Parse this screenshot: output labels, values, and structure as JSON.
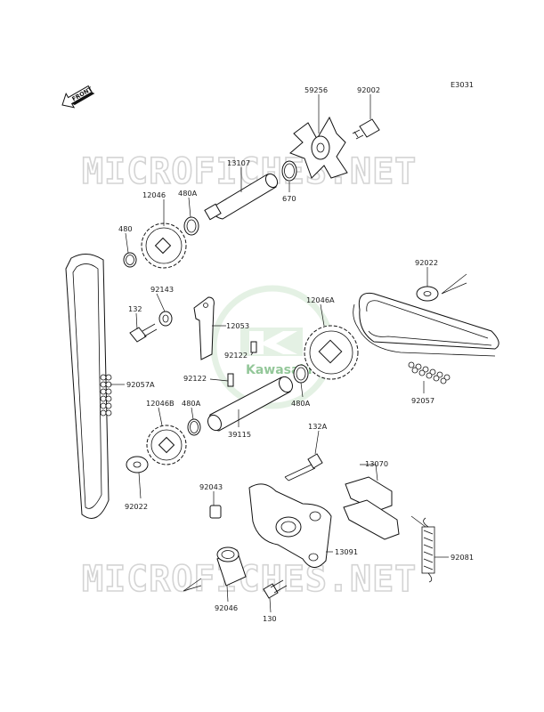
{
  "diagram_code": "E3031",
  "front_label": "FRONT",
  "watermark_text": "MICROFICHES.NET",
  "logo_text": "Kawasaki",
  "colors": {
    "ink": "#111111",
    "logo_green": "#3c9a46",
    "watermark": "#d4d4d4"
  },
  "parts": [
    {
      "id": "p59256",
      "label": "59256"
    },
    {
      "id": "p92002",
      "label": "92002"
    },
    {
      "id": "p13107",
      "label": "13107"
    },
    {
      "id": "p670",
      "label": "670"
    },
    {
      "id": "p12046",
      "label": "12046"
    },
    {
      "id": "p480A_top",
      "label": "480A"
    },
    {
      "id": "p480",
      "label": "480"
    },
    {
      "id": "p92022_right",
      "label": "92022"
    },
    {
      "id": "p92143",
      "label": "92143"
    },
    {
      "id": "p132",
      "label": "132"
    },
    {
      "id": "p12053",
      "label": "12053"
    },
    {
      "id": "p12046A",
      "label": "12046A"
    },
    {
      "id": "p92122_upper",
      "label": "92122"
    },
    {
      "id": "p92122_lower",
      "label": "92122"
    },
    {
      "id": "p92057A",
      "label": "92057A"
    },
    {
      "id": "p480A_right",
      "label": "480A"
    },
    {
      "id": "p92057",
      "label": "92057"
    },
    {
      "id": "p12046B",
      "label": "12046B"
    },
    {
      "id": "p480A_lower",
      "label": "480A"
    },
    {
      "id": "p39115",
      "label": "39115"
    },
    {
      "id": "p132A",
      "label": "132A"
    },
    {
      "id": "p92022_left",
      "label": "92022"
    },
    {
      "id": "p13070",
      "label": "13070"
    },
    {
      "id": "p92043",
      "label": "92043"
    },
    {
      "id": "p13091",
      "label": "13091"
    },
    {
      "id": "p92081",
      "label": "92081"
    },
    {
      "id": "p92046",
      "label": "92046"
    },
    {
      "id": "p130",
      "label": "130"
    }
  ]
}
